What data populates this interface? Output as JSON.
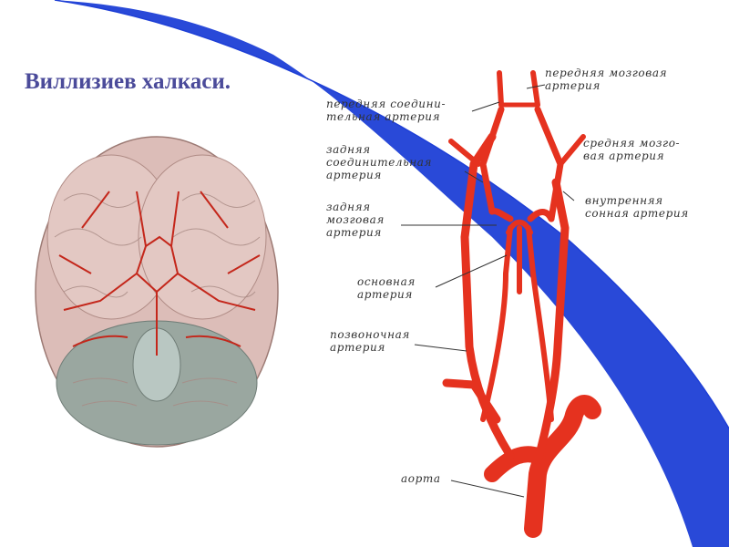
{
  "slide": {
    "title": "Виллизиев халкаси.",
    "colors": {
      "title": "#4b4b9a",
      "accent_swoosh": "#1e3fd6",
      "artery": "#e5321f",
      "brain_tissue": "#d9b9b4"
    }
  },
  "diagram": {
    "labels": {
      "anterior_cerebral": [
        "передняя мозговая",
        "артерия"
      ],
      "anterior_communicating": [
        "передняя соедини-",
        "тельная артерия"
      ],
      "middle_cerebral": [
        "средняя мозго-",
        "вая артерия"
      ],
      "posterior_communicating": [
        "задняя",
        "соединительная",
        "артерия"
      ],
      "internal_carotid": [
        "внутренняя",
        "сонная артерия"
      ],
      "posterior_cerebral": [
        "задняя",
        "мозговая",
        "артерия"
      ],
      "basilar": [
        "основная",
        "артерия"
      ],
      "vertebral": [
        "позвоночная",
        "артерия"
      ],
      "aorta": [
        "аорта"
      ]
    }
  }
}
